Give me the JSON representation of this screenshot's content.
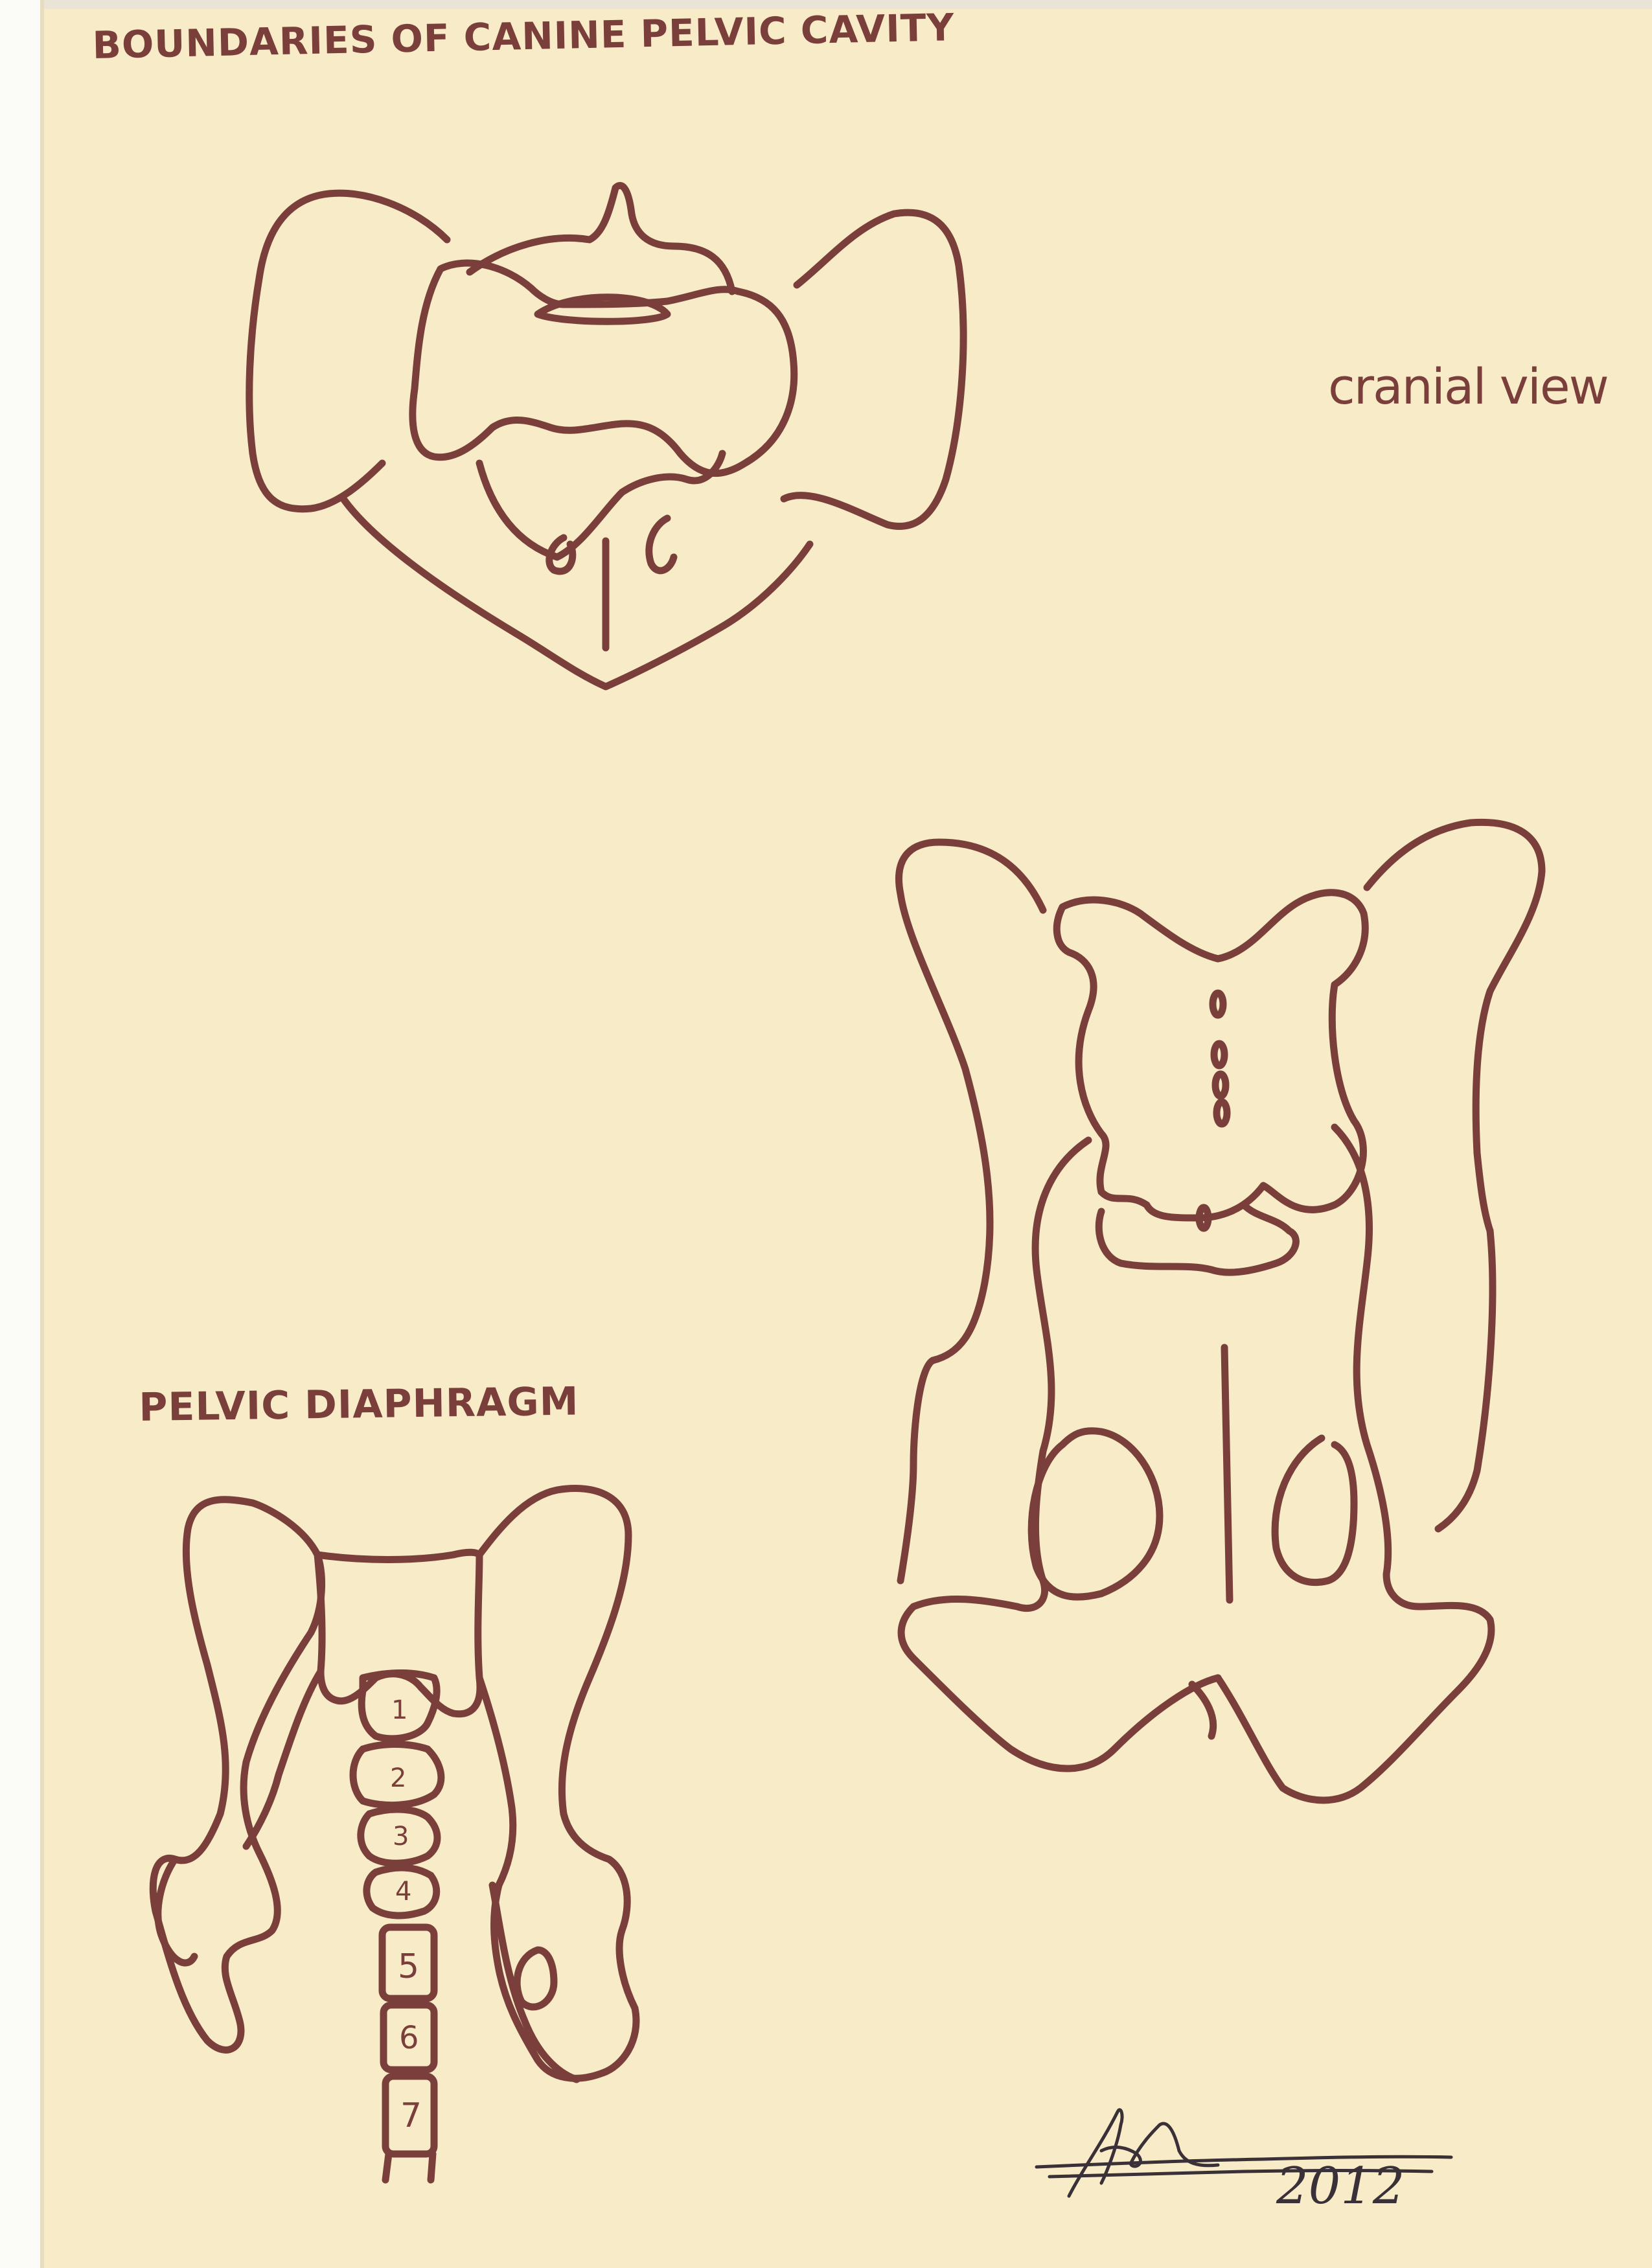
{
  "title": "BOUNDARIES OF CANINE PELVIC CAVITY",
  "captions": {
    "cranial_view": "cranial view",
    "pelvic_diaphragm": "PELVIC DIAPHRAGM"
  },
  "vertebrae_labels": [
    "1",
    "2",
    "3",
    "4",
    "5",
    "6",
    "7"
  ],
  "signature": {
    "year": "2012"
  },
  "colors": {
    "paper": "#f8ecc8",
    "ink": "#7a3f3a",
    "signature_ink": "#3a3038"
  }
}
